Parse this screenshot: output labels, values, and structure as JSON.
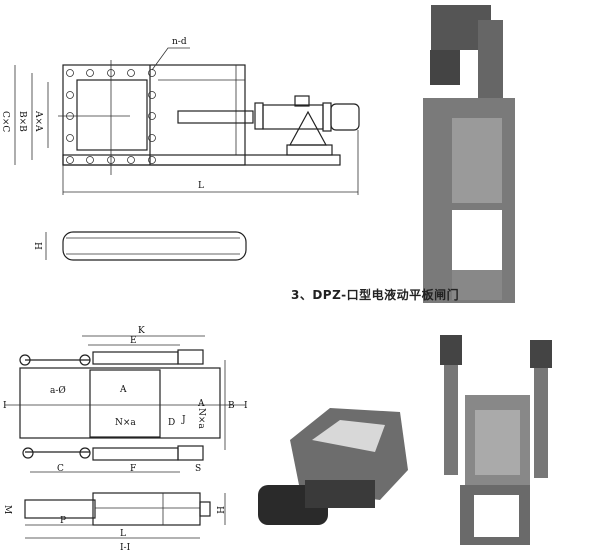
{
  "caption": "3、DPZ-口型电液动平板闸门",
  "drawing_top": {
    "labels": {
      "bolt_holes": "n-d",
      "outer": "C×C",
      "middle": "B×B",
      "inner": "A×A",
      "length": "L",
      "height": "H"
    }
  },
  "drawing_bottom": {
    "labels": {
      "k": "K",
      "e": "E",
      "holes": "a-Ø",
      "a": "A",
      "nxa": "N×a",
      "d": "D",
      "j": "J",
      "a2": "A",
      "nxa2": "N×a",
      "b": "B",
      "i_left": "I",
      "i_right": "I",
      "c": "C",
      "f": "F",
      "s": "S",
      "m": "M",
      "p": "P",
      "l": "L",
      "section": "I-I",
      "h": "H"
    }
  }
}
